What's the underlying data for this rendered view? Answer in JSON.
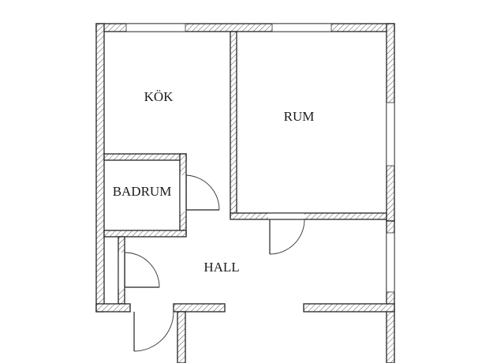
{
  "plan": {
    "rooms": {
      "kitchen": "KÖK",
      "living_room": "RUM",
      "bathroom": "BADRUM",
      "hall": "HALL"
    }
  }
}
